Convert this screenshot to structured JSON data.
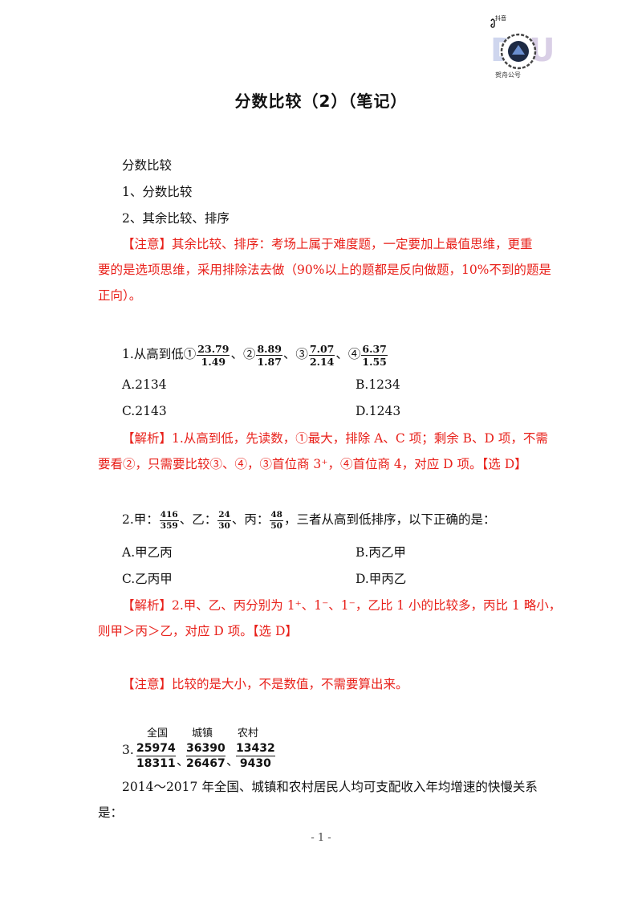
{
  "logo": {
    "brand_label": "抖音",
    "caption": "贺舟公号"
  },
  "title": "分数比较（2）（笔记）",
  "intro": {
    "heading": "分数比较",
    "item1": "1、分数比较",
    "item2": "2、其余比较、排序",
    "note_line1": "【注意】其余比较、排序：考场上属于难度题，一定要加上最值思维，更重",
    "note_line2": "要的是选项思维，采用排除法去做（90%以上的题都是反向做题，10%不到的题是",
    "note_line3": "正向）。"
  },
  "q1": {
    "prefix": "1.从高到低①",
    "f1": {
      "num": "23.79",
      "den": "1.49"
    },
    "sep2": "、②",
    "f2": {
      "num": "8.89",
      "den": "1.87"
    },
    "sep3": "、③",
    "f3": {
      "num": "7.07",
      "den": "2.14"
    },
    "sep4": "、④",
    "f4": {
      "num": "6.37",
      "den": "1.55"
    },
    "options": {
      "A": "A.2134",
      "B": "B.1234",
      "C": "C.2143",
      "D": "D.1243"
    },
    "analysis_line1": "【解析】1.从高到低，先读数，①最大，排除 A、C 项；剩余 B、D 项，不需",
    "analysis_line2": "要看②，只需要比较③、④，③首位商 3⁺，④首位商 4，对应 D 项。【选 D】"
  },
  "q2": {
    "p1": "2.甲：",
    "f1": {
      "num": "416",
      "den": "359"
    },
    "p2": "、乙：",
    "f2": {
      "num": "24",
      "den": "30"
    },
    "p3": "、丙：",
    "f3": {
      "num": "48",
      "den": "50"
    },
    "p4": "，三者从高到低排序，以下正确的是：",
    "options": {
      "A": "A.甲乙丙",
      "B": "B.丙乙甲",
      "C": "C.乙丙甲",
      "D": "D.甲丙乙"
    },
    "analysis_line1": "【解析】2.甲、乙、丙分别为 1⁺、1⁻、1⁻，乙比 1 小的比较多，丙比 1 略小，",
    "analysis_line2": "则甲＞丙＞乙，对应 D 项。【选 D】"
  },
  "note2": "【注意】比较的是大小，不是数值，不需要算出来。",
  "q3": {
    "headers": [
      "全国",
      "城镇",
      "农村"
    ],
    "number": "3.",
    "fractions": [
      {
        "num": "25974",
        "den": "18311"
      },
      {
        "num": "36390",
        "den": "26467"
      },
      {
        "num": "13432",
        "den": "9430"
      }
    ],
    "sep": "、",
    "text_line1": "2014～2017 年全国、城镇和农村居民人均可支配收入年均增速的快慢关系",
    "text_line2": "是："
  },
  "page_number": "- 1 -"
}
